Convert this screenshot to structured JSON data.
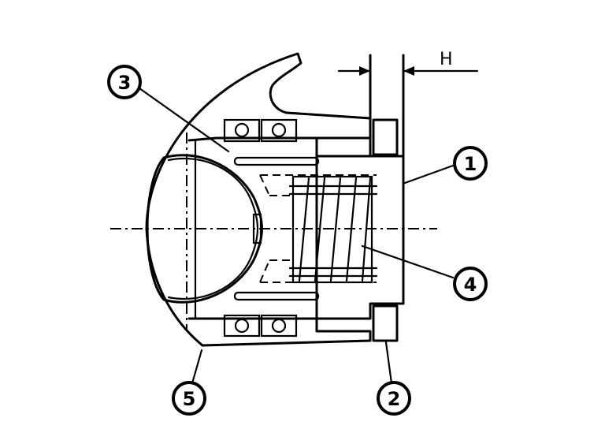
{
  "callouts": {
    "c1": "1",
    "c2": "2",
    "c3": "3",
    "c4": "4",
    "c5": "5"
  },
  "dimension_label": "H"
}
